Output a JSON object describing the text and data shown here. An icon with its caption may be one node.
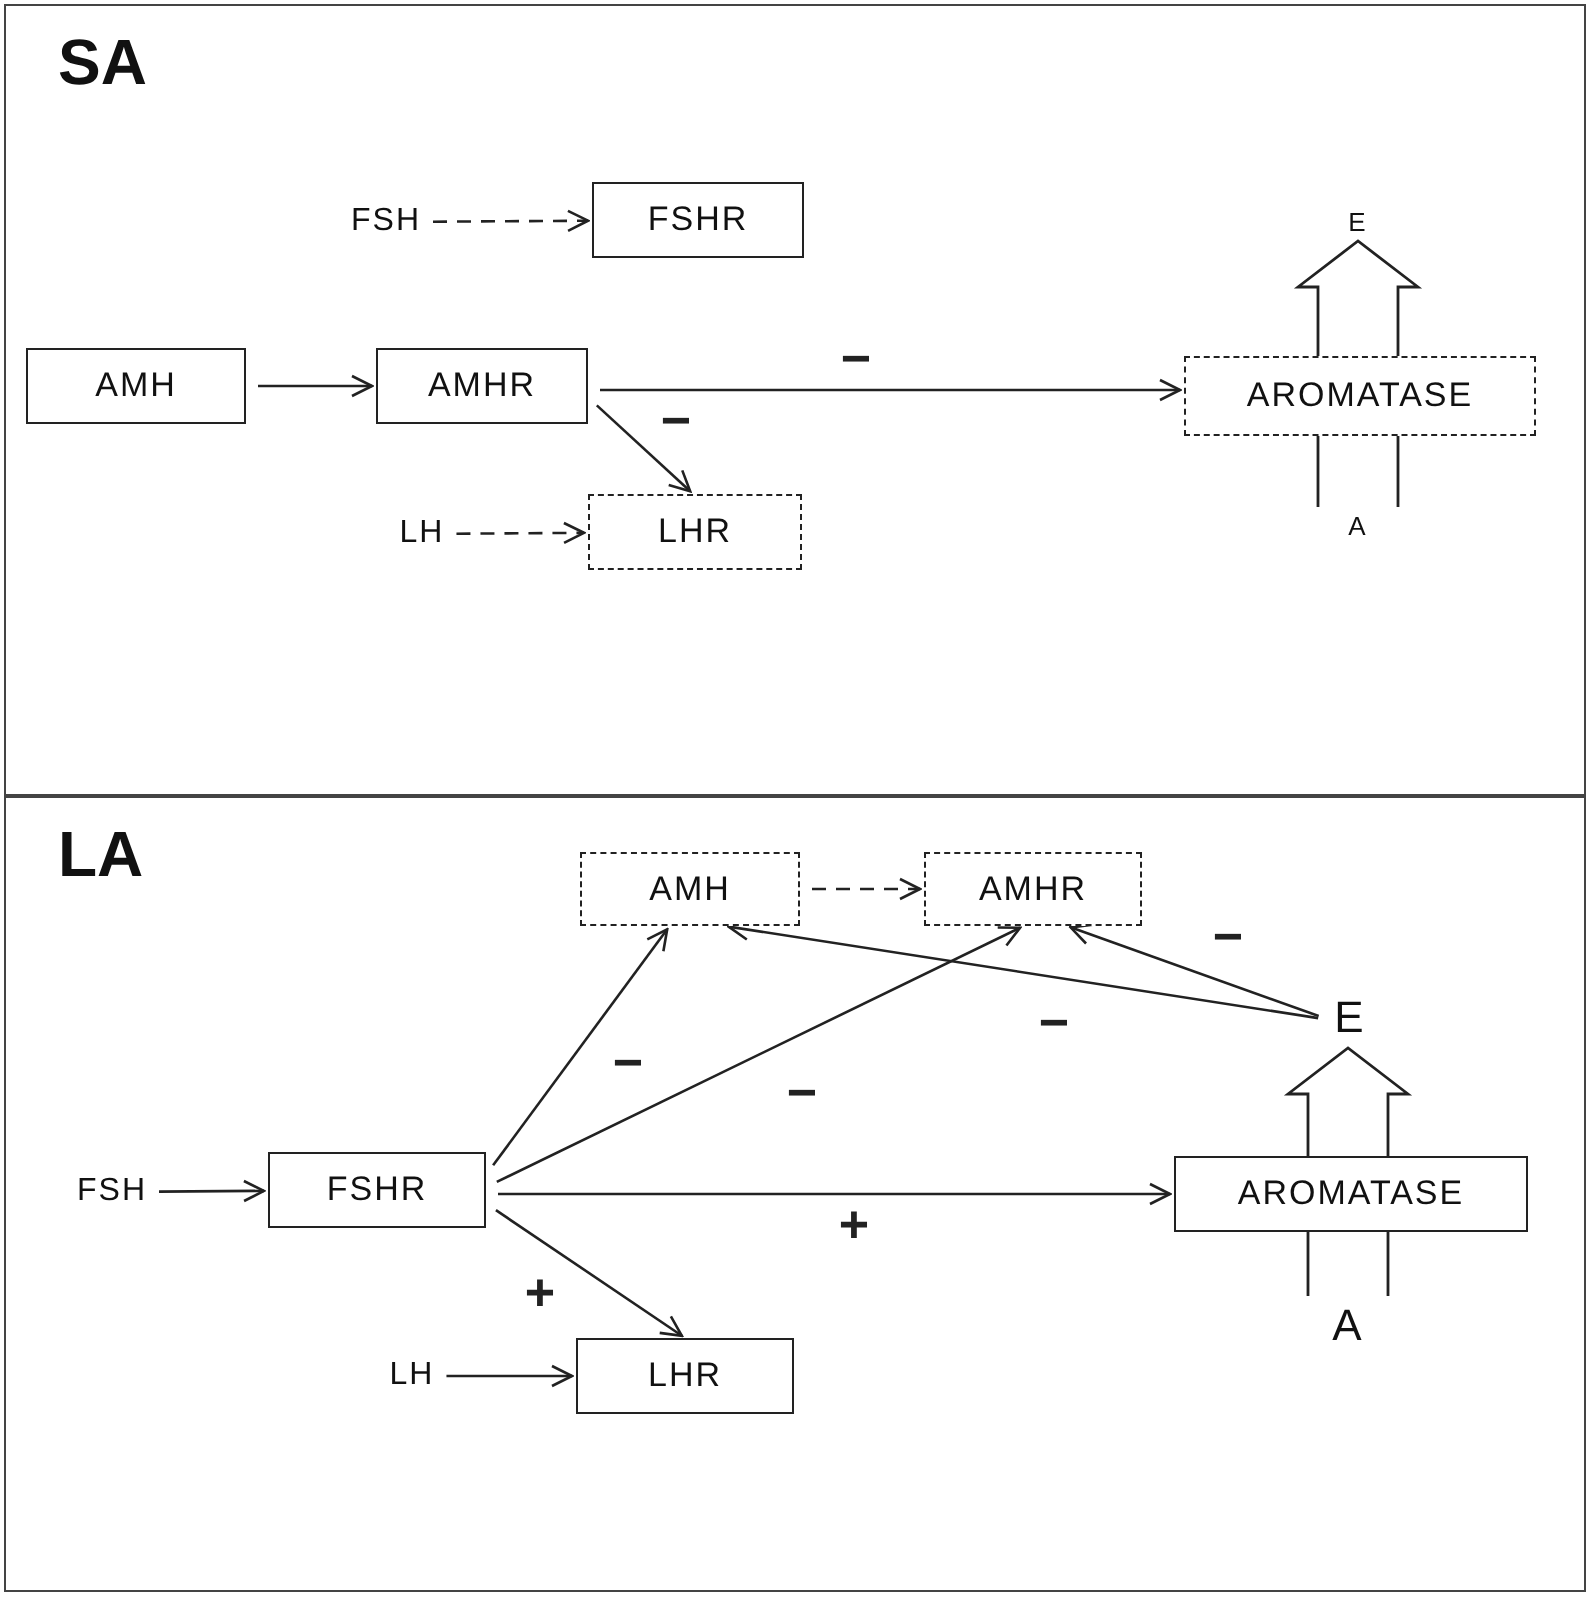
{
  "diagram": {
    "nodes": [
      {
        "text": [
          "SA"
        ]
      },
      {
        "text": [
          "FSH"
        ],
        "in": 0
      },
      {
        "text": [
          "FSHR"
        ],
        "in": 0
      },
      {
        "text": [
          "AMH"
        ],
        "in": 0
      },
      {
        "text": [
          "AMHR"
        ],
        "in": 0
      },
      {
        "text": [
          "AROMATASE"
        ],
        "in": 0
      },
      {
        "text": [
          "E"
        ],
        "in": 0
      },
      {
        "text": [
          "LH"
        ],
        "in": 0
      },
      {
        "text": [
          "LHR"
        ],
        "in": 0
      },
      {
        "text": [
          "A"
        ],
        "in": 0
      },
      {
        "text": [
          "LA"
        ]
      },
      {
        "text": [
          "AMH"
        ],
        "in": 10
      },
      {
        "text": [
          "AMHR"
        ],
        "in": 10
      },
      {
        "text": [
          "E"
        ],
        "in": 10
      },
      {
        "text": [
          "FSH"
        ],
        "in": 10
      },
      {
        "text": [
          "FSHR"
        ],
        "in": 10
      },
      {
        "text": [
          "AROMATASE"
        ],
        "in": 10
      },
      {
        "text": [
          "A"
        ],
        "in": 10
      },
      {
        "text": [
          "LH"
        ],
        "in": 10
      },
      {
        "text": [
          "LHR"
        ],
        "in": 10
      }
    ],
    "edges": [
      {
        "from": 1,
        "to": 2,
        "arrow": "to",
        "style": "dashed"
      },
      {
        "from": 3,
        "to": 4,
        "arrow": "to"
      },
      {
        "from": 4,
        "to": 5,
        "arrow": "to",
        "label": "−"
      },
      {
        "from": 4,
        "to": 8,
        "arrow": "to",
        "label": "−"
      },
      {
        "from": 7,
        "to": 8,
        "arrow": "to",
        "style": "dashed"
      },
      {
        "from": 9,
        "to": 6,
        "arrow": "to",
        "style": "thick"
      },
      {
        "from": 11,
        "to": 12,
        "arrow": "to",
        "style": "dashed"
      },
      {
        "from": 15,
        "to": 11,
        "arrow": "to",
        "label": "−"
      },
      {
        "from": 15,
        "to": 12,
        "arrow": "to",
        "label": "−"
      },
      {
        "from": 13,
        "to": 11,
        "arrow": "to",
        "label": "−"
      },
      {
        "from": 13,
        "to": 12,
        "arrow": "to",
        "label": "−"
      },
      {
        "from": 14,
        "to": 15,
        "arrow": "to"
      },
      {
        "from": 15,
        "to": 16,
        "arrow": "to",
        "label": "+"
      },
      {
        "from": 15,
        "to": 19,
        "arrow": "to",
        "label": "+"
      },
      {
        "from": 18,
        "to": 19,
        "arrow": "to"
      },
      {
        "from": 17,
        "to": 13,
        "arrow": "to",
        "style": "thick"
      }
    ]
  }
}
